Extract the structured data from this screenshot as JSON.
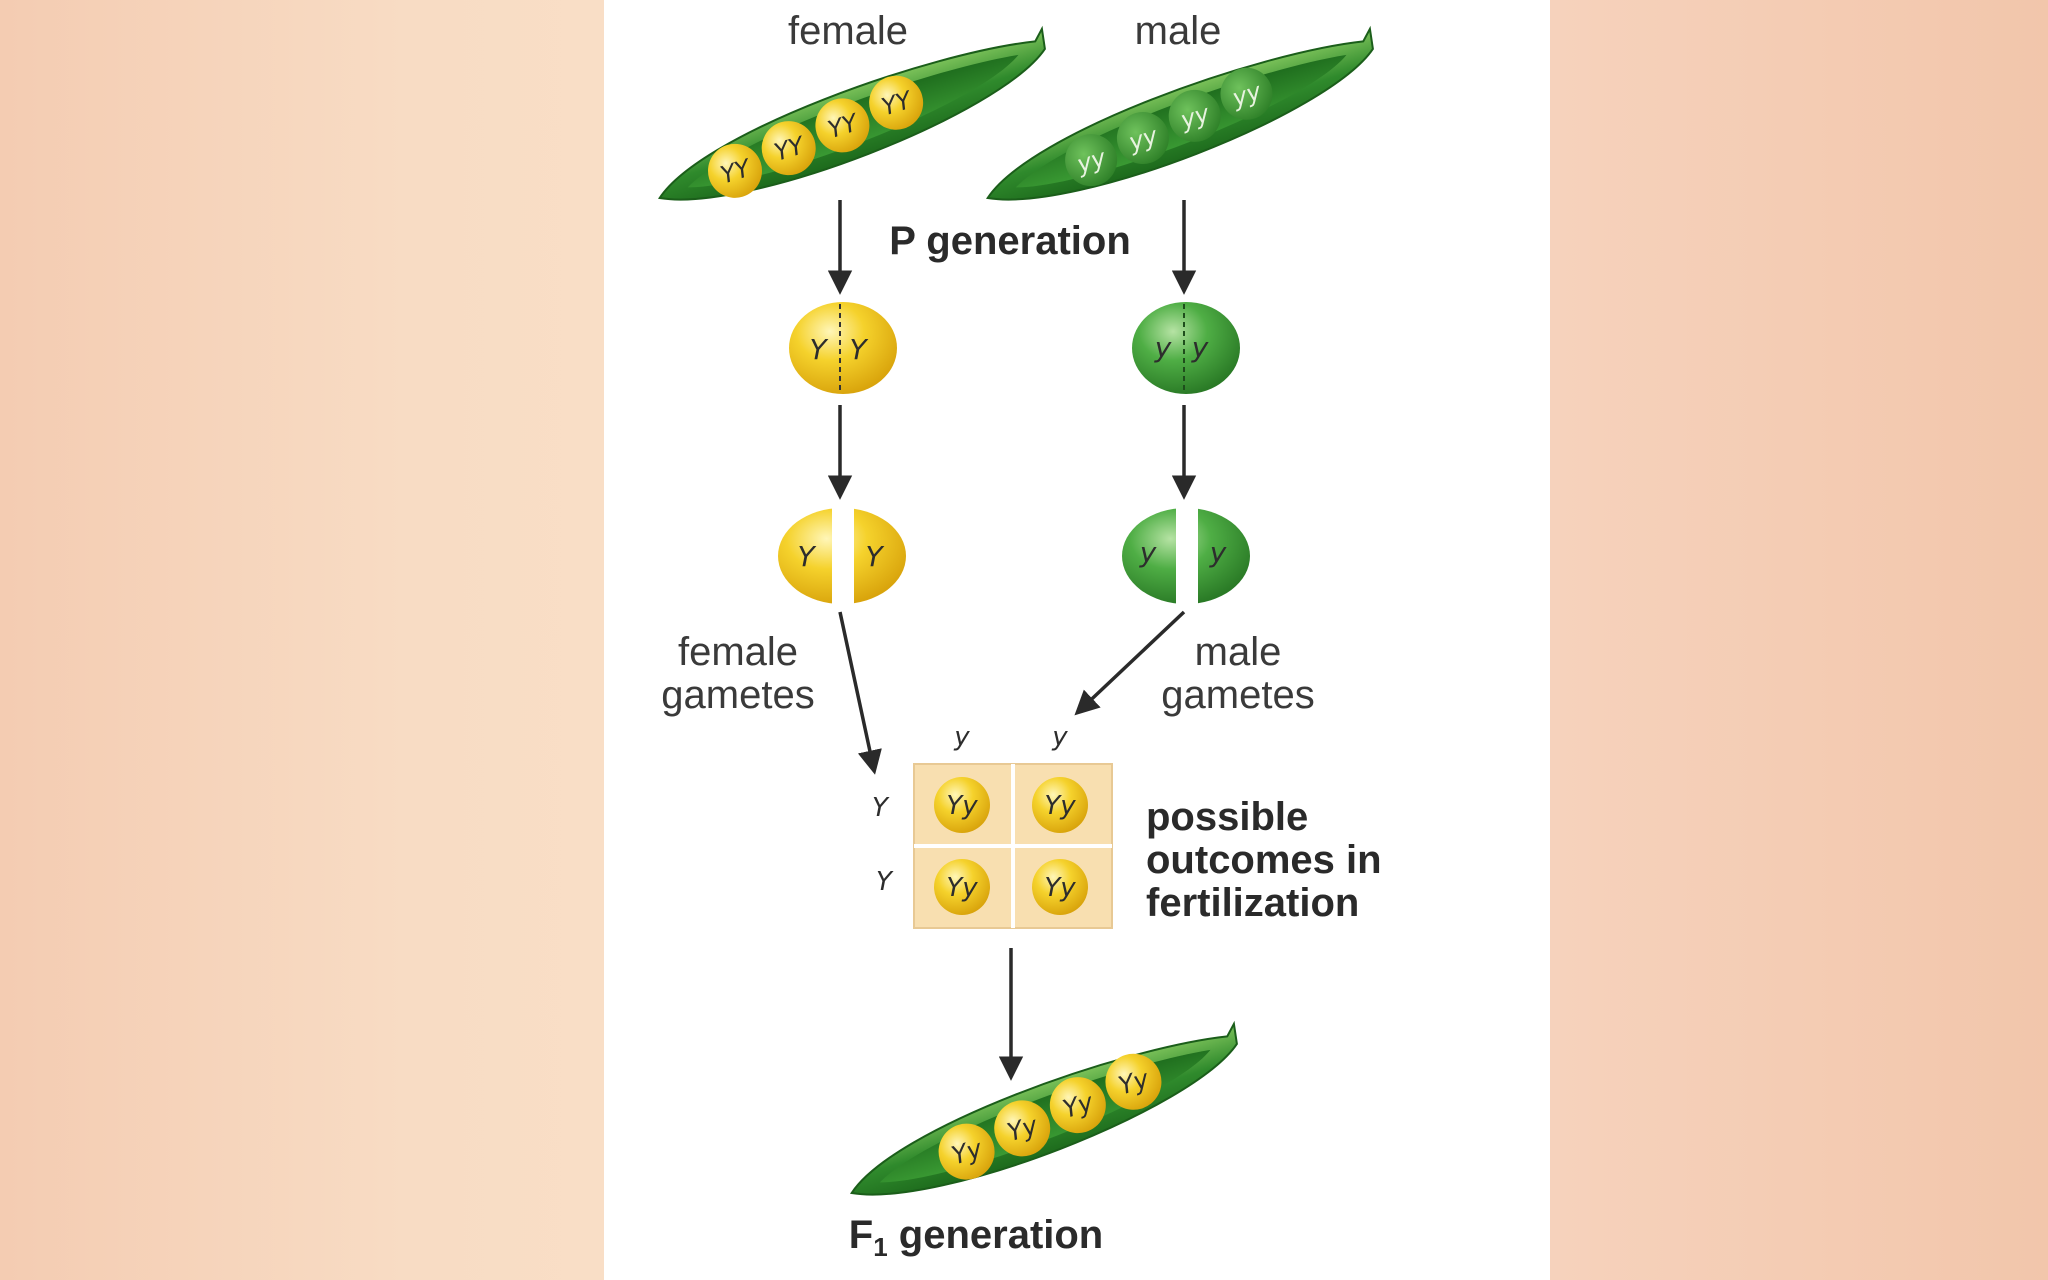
{
  "labels": {
    "female": "female",
    "male": "male",
    "p_generation": "P generation",
    "female_gametes_1": "female",
    "female_gametes_2": "gametes",
    "male_gametes_1": "male",
    "male_gametes_2": "gametes",
    "outcomes_1": "possible",
    "outcomes_2": "outcomes in",
    "outcomes_3": "fertilization",
    "f1_main": "F",
    "f1_sub": "1",
    "f1_rest": " generation"
  },
  "female_pod": {
    "genotypes": [
      "YY",
      "YY",
      "YY",
      "YY"
    ],
    "color": "#f2c81e"
  },
  "male_pod": {
    "genotypes": [
      "yy",
      "yy",
      "yy",
      "yy"
    ],
    "color": "#3f9a3a"
  },
  "female_cell": {
    "alleles": [
      "Y",
      "Y"
    ]
  },
  "male_cell": {
    "alleles": [
      "y",
      "y"
    ]
  },
  "female_gametes": {
    "alleles": [
      "Y",
      "Y"
    ]
  },
  "male_gametes": {
    "alleles": [
      "y",
      "y"
    ]
  },
  "punnett": {
    "col_headers": [
      "y",
      "y"
    ],
    "row_headers": [
      "Y",
      "Y"
    ],
    "cells": [
      "Yy",
      "Yy",
      "Yy",
      "Yy"
    ]
  },
  "f1_pod": {
    "genotypes": [
      "Yy",
      "Yy",
      "Yy",
      "Yy"
    ]
  },
  "colors": {
    "yellow": "#f2c81e",
    "green": "#3f9a3a",
    "pod_green": "#2f8a2c",
    "punnett_bg": "#f8dfb0"
  }
}
